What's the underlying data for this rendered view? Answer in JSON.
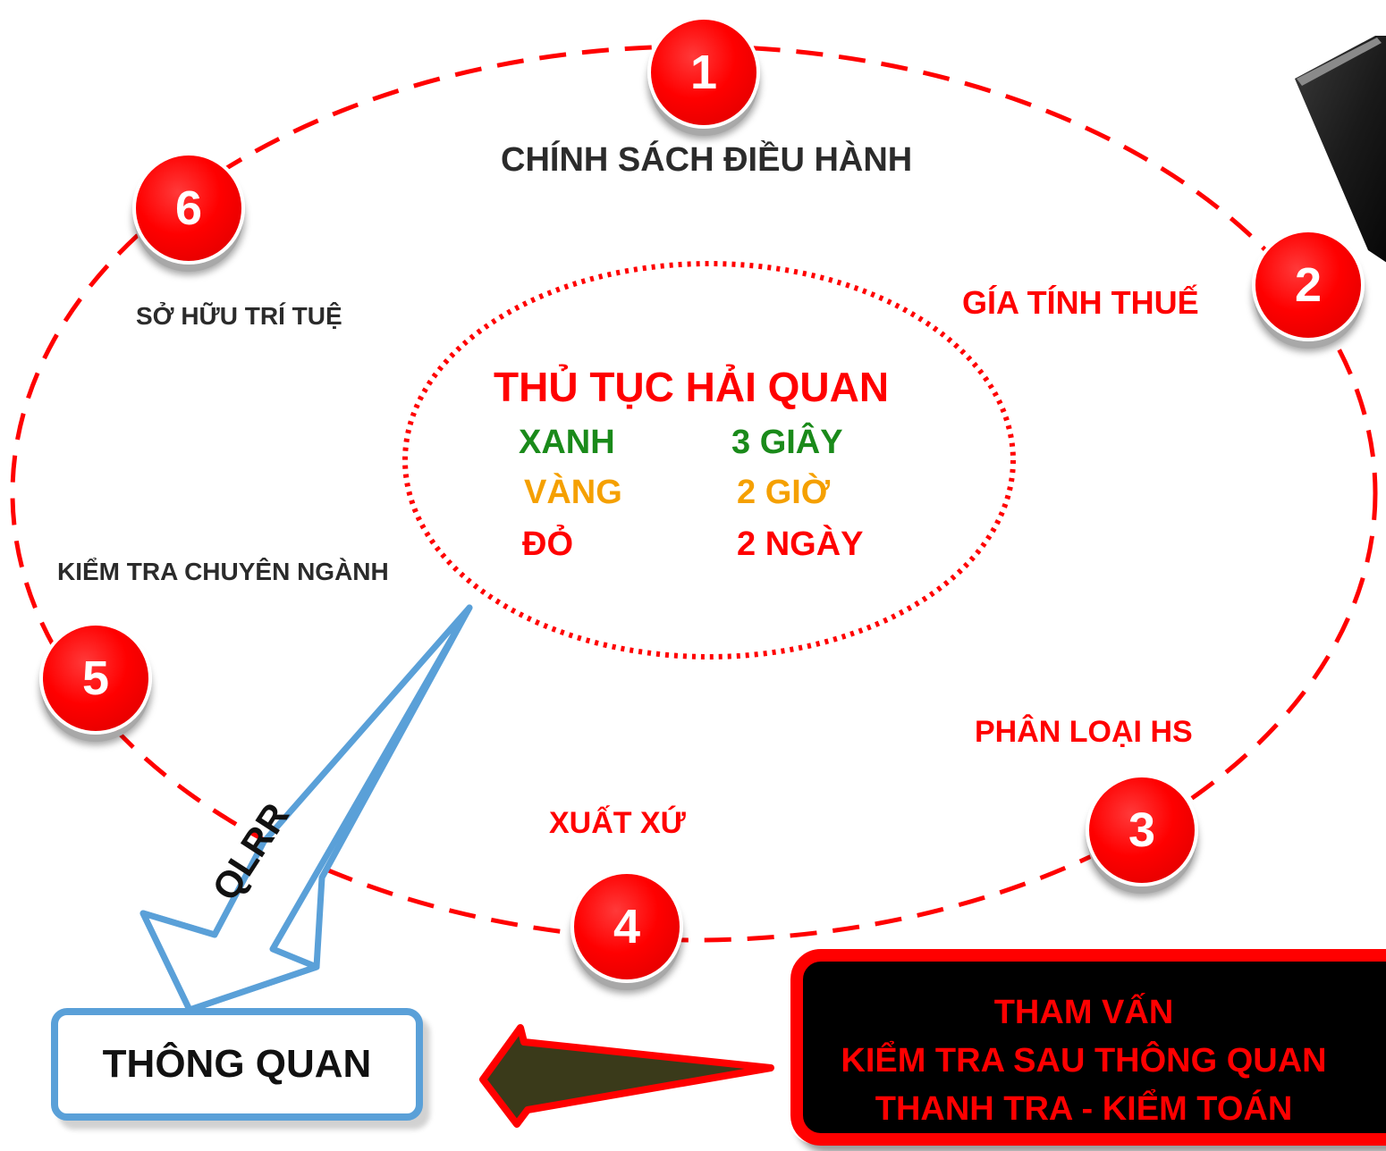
{
  "steps": [
    {
      "number": "1",
      "label": "CHÍNH SÁCH ĐIỀU HÀNH"
    },
    {
      "number": "2",
      "label": "GÍA TÍNH THUẾ"
    },
    {
      "number": "3",
      "label": "PHÂN LOẠI HS"
    },
    {
      "number": "4",
      "label": "XUẤT XỨ"
    },
    {
      "number": "5",
      "label": "KIỂM TRA CHUYÊN NGÀNH"
    },
    {
      "number": "6",
      "label": "SỞ HỮU TRÍ TUỆ"
    }
  ],
  "center": {
    "title": "THỦ TỤC HẢI QUAN",
    "channels": [
      {
        "name": "XANH",
        "time": "3 GIÂY",
        "color": "#1a8a1a"
      },
      {
        "name": "VÀNG",
        "time": "2 GIỜ",
        "color": "#f5a000"
      },
      {
        "name": "ĐỎ",
        "time": "2 NGÀY",
        "color": "#ff0000"
      }
    ]
  },
  "arrow_label": "QLRR",
  "result": "THÔNG QUAN",
  "post_clearance": [
    "THAM VẤN",
    "KIỂM TRA SAU THÔNG QUAN",
    "THANH TRA - KIỂM TOÁN"
  ],
  "colors": {
    "accent_red": "#ff0000",
    "arrow_blue": "#5aa0d8",
    "green": "#1a8a1a",
    "orange": "#f5a000"
  }
}
